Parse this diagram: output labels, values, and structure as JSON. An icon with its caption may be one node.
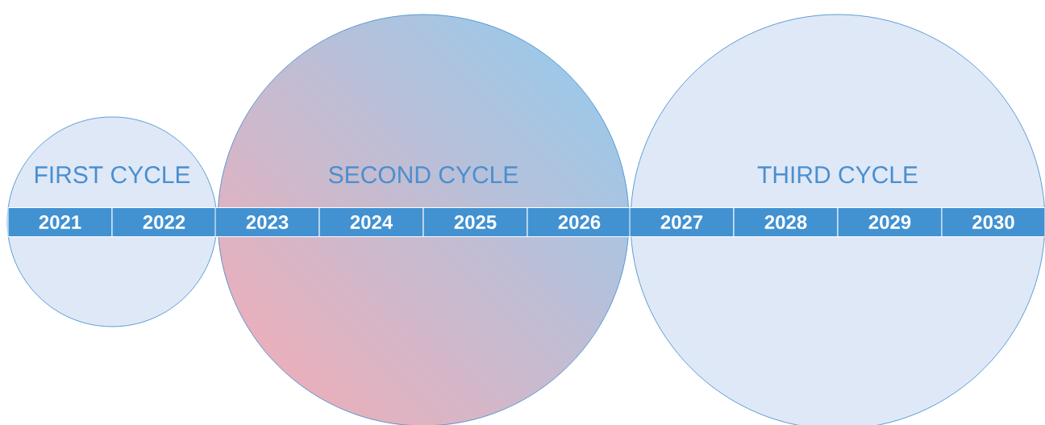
{
  "diagram": {
    "nodes": [
      {
        "text": [
          "FIRST CYCLE"
        ]
      },
      {
        "text": [
          "SECOND CYCLE"
        ]
      },
      {
        "text": [
          "THIRD CYCLE"
        ]
      },
      {
        "text": [
          "2021"
        ],
        "in": 0
      },
      {
        "text": [
          "2022"
        ],
        "in": 0
      },
      {
        "text": [
          "2023"
        ],
        "in": 1
      },
      {
        "text": [
          "2024"
        ],
        "in": 1
      },
      {
        "text": [
          "2025"
        ],
        "in": 1
      },
      {
        "text": [
          "2026"
        ],
        "in": 1
      },
      {
        "text": [
          "2027"
        ],
        "in": 2
      },
      {
        "text": [
          "2028"
        ],
        "in": 2
      },
      {
        "text": [
          "2029"
        ],
        "in": 2
      },
      {
        "text": [
          "2030"
        ],
        "in": 2
      }
    ]
  }
}
